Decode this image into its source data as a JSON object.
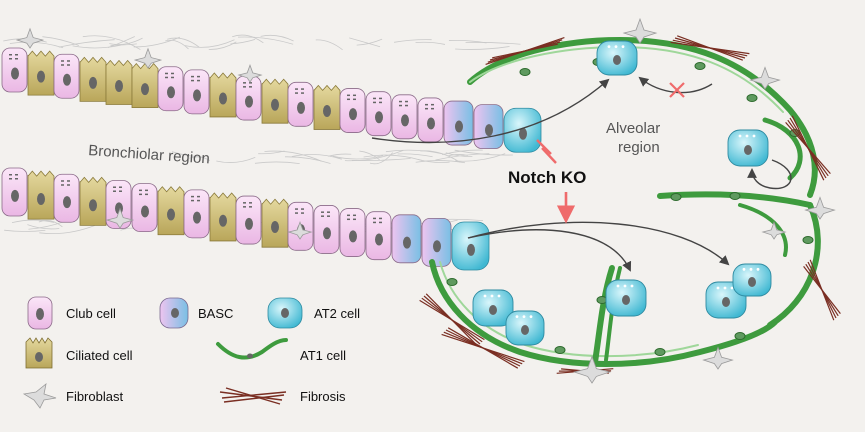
{
  "regions": {
    "bronchiolar": "Bronchiolar region",
    "alveolar_line1": "Alveolar",
    "alveolar_line2": "region"
  },
  "treatment": {
    "label": "Notch KO"
  },
  "legend": {
    "club": "Club cell",
    "basc": "BASC",
    "at2": "AT2 cell",
    "ciliated": "Ciliated cell",
    "at1": "AT1 cell",
    "fibroblast": "Fibroblast",
    "fibrosis": "Fibrosis"
  },
  "colors": {
    "background": "#f3f1ee",
    "club_cell": "#f2c6ee",
    "ciliated_cell": "#cdbd73",
    "at2_cell": "#62c8dc",
    "at1_cell": "#3e9b3e",
    "fibrosis": "#7a2e22",
    "notch_ko_arrow": "#ef6b6b",
    "arrow": "#444444"
  },
  "icons": {
    "blocked": "red-x-icon",
    "inhibition": "t-bar-inhibition-icon",
    "arrow": "arrow-icon"
  }
}
